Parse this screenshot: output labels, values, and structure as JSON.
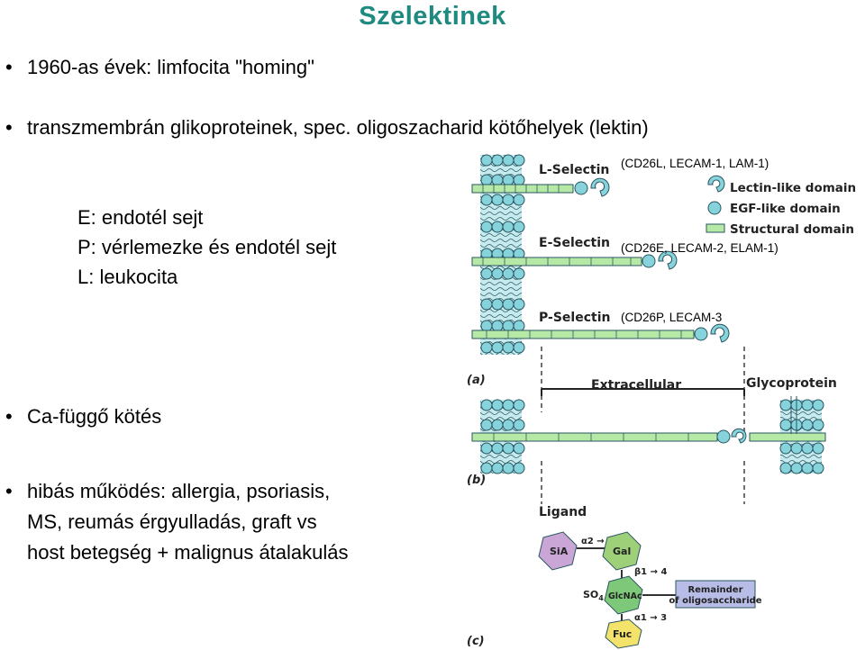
{
  "title": "Szelektinek",
  "bullets": {
    "homing": "1960-as évek: limfocita \"homing\"",
    "transmembrane": "transzmembrán glikoproteinek, spec. oligoszacharid kötőhelyek (lektin)",
    "ca": "Ca-függő kötés",
    "malfunction_1": "hibás működés: allergia, psoriasis,",
    "malfunction_2": "MS, reumás érgyulladás, graft vs",
    "malfunction_3": "host betegség + malignus átalakulás"
  },
  "types": {
    "e": "E: endotél sejt",
    "p": "P: vérlemezke és endotél sejt",
    "l": "L: leukocita"
  },
  "figure": {
    "l_selectin": "L-Selectin",
    "e_selectin": "E-Selectin",
    "p_selectin": "P-Selectin",
    "cd_l": "(CD26L, LECAM-1, LAM-1)",
    "cd_e": "(CD26E, LECAM-2, ELAM-1)",
    "cd_p": "(CD26P, LECAM-3",
    "legend_lectin": "Lectin-like domain",
    "legend_egf": "EGF-like domain",
    "legend_structural": "Structural domain",
    "panel_a": "(a)",
    "panel_b": "(b)",
    "panel_c": "(c)",
    "extracellular": "Extracellular",
    "glycoprotein": "Glycoprotein",
    "ligand": "Ligand",
    "sia": "SiA",
    "gal": "Gal",
    "glcnac": "GlcNAc",
    "fuc": "Fuc",
    "so4": "SO",
    "so4_sub": "4",
    "alpha23": "α2 → 3",
    "beta14": "β1 → 4",
    "alpha13": "α1 → 3",
    "remainder_1": "Remainder",
    "remainder_2": "of oligosaccharide"
  },
  "colors": {
    "title": "#1f8a7f",
    "membrane": "#86d3dc",
    "structural": "#b7e9a6",
    "lectin": "#86d3dc",
    "sia": "#c9a6d6",
    "gal": "#9ed07a",
    "glcnac": "#7ec87a",
    "fuc": "#f3e36b",
    "remainder": "#b8bde8"
  }
}
